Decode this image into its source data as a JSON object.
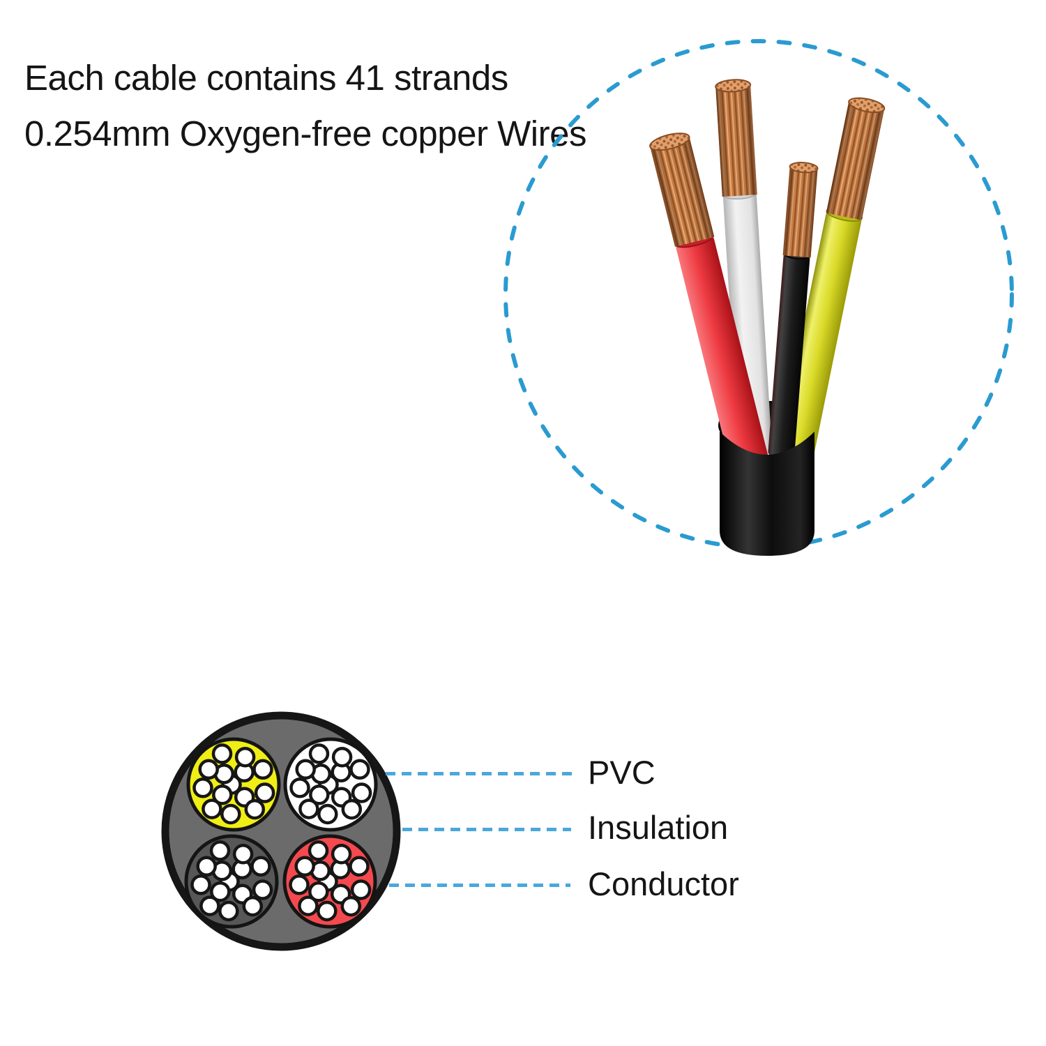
{
  "headline": {
    "line1": "Each cable contains 41 strands",
    "line2": "0.254mm Oxygen-free copper Wires"
  },
  "cable_illustration": {
    "description": "cut cable end with four stranded wires fanning out inside dashed circle",
    "wires": [
      {
        "name": "red-wire"
      },
      {
        "name": "white-wire"
      },
      {
        "name": "black-wire"
      },
      {
        "name": "yellow-wire"
      }
    ]
  },
  "cross_section": {
    "labels": [
      {
        "text": "PVC"
      },
      {
        "text": "Insulation"
      },
      {
        "text": "Conductor"
      }
    ],
    "strands_per_bundle": 14,
    "bundles": [
      {
        "name": "yellow-conductor-bundle",
        "color": "#f0ee15"
      },
      {
        "name": "white-conductor-bundle",
        "color": "#ffffff"
      },
      {
        "name": "black-conductor-bundle",
        "color": "#575757"
      },
      {
        "name": "red-conductor-bundle",
        "color": "#f4494e"
      }
    ]
  },
  "colors": {
    "text": "#151515",
    "dash_circle": "#2a9bd0",
    "leader_line": "#49a8db",
    "jacket_gray": "#6b6b6b",
    "wire_red": "#ee3a41",
    "wire_red_light": "#f8767b",
    "wire_red_dark": "#a81118",
    "wire_white": "#f2f2f2",
    "wire_white_dark": "#b5b5b5",
    "wire_black": "#1c1c1c",
    "wire_black_light": "#424242",
    "wire_yellow": "#d9da28",
    "wire_yellow_light": "#eff06a",
    "wire_yellow_dark": "#9a9b08",
    "copper_base": "#c87e46",
    "copper_dark": "#9a5526",
    "copper_light": "#e8ab77"
  }
}
